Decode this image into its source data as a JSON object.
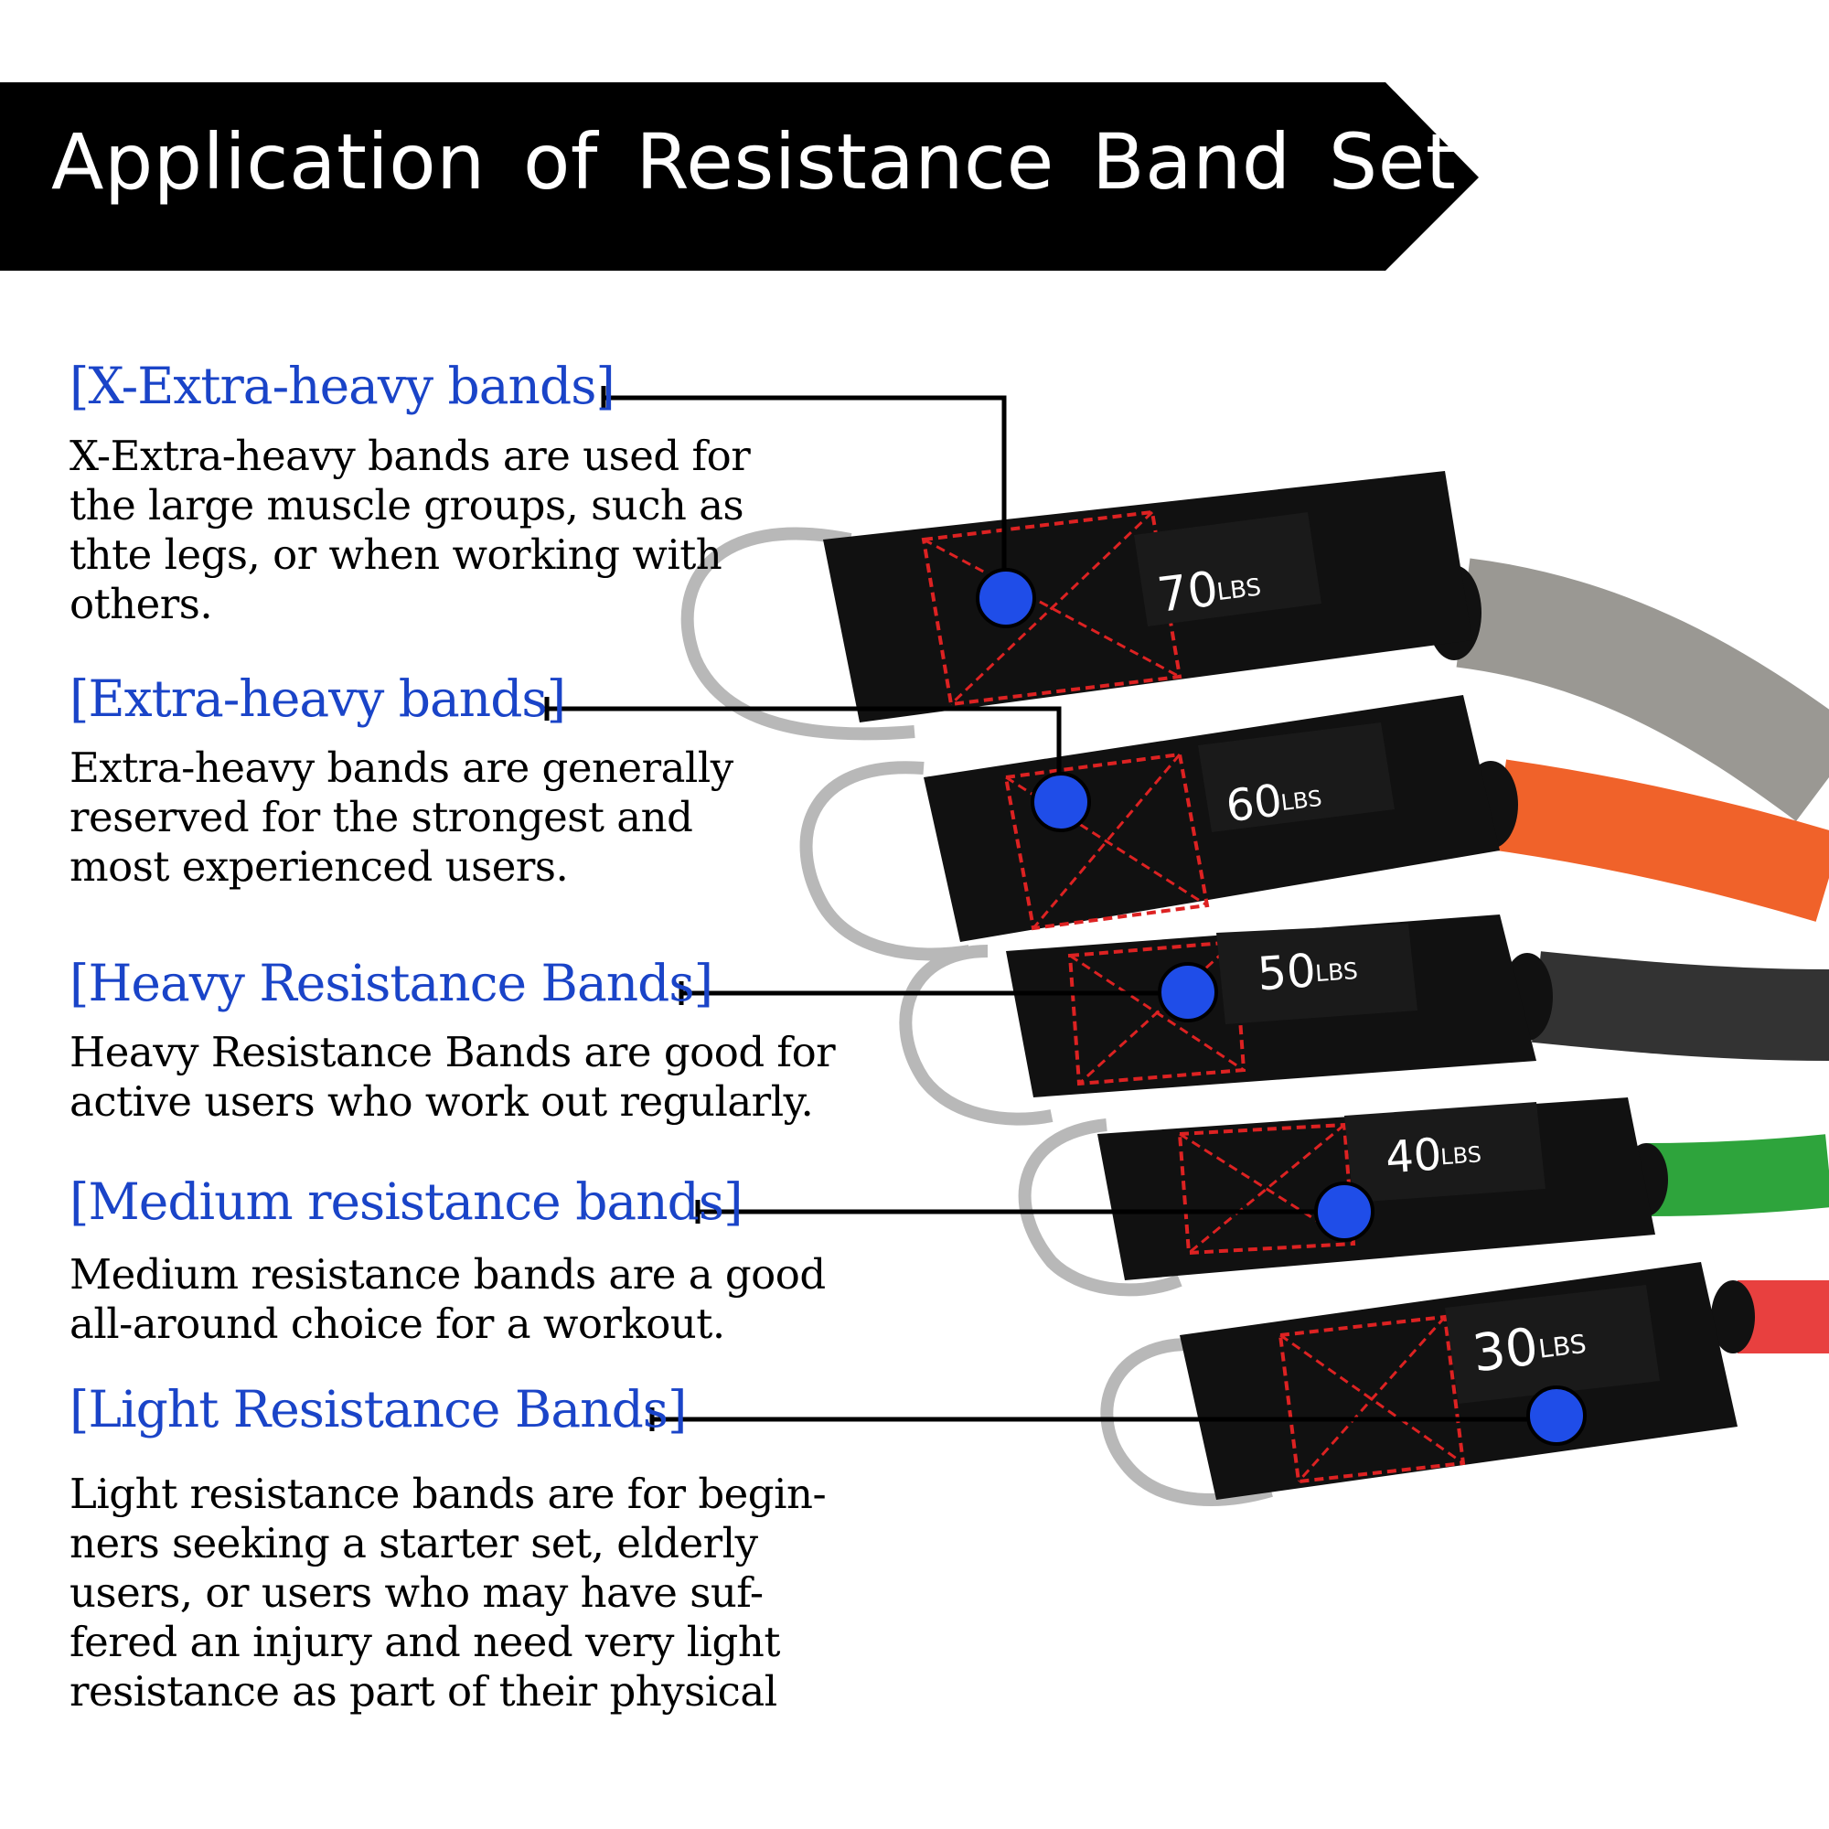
{
  "banner": {
    "title": "Application of Resistance Band Set"
  },
  "sections": [
    {
      "heading": "[X-Extra-heavy bands]",
      "body": "X-Extra-heavy bands are used for\nthe large muscle groups, such as\nthte legs, or when working with\nothers."
    },
    {
      "heading": "[Extra-heavy bands]",
      "body": "Extra-heavy bands are generally\nreserved for the strongest and\nmost experienced users."
    },
    {
      "heading": "[Heavy Resistance Bands]",
      "body": "Heavy Resistance Bands are good for\nactive users who work out regularly."
    },
    {
      "heading": "[Medium resistance bands]",
      "body": "Medium resistance bands are a good\nall-around choice for a workout."
    },
    {
      "heading": "[Light Resistance Bands]",
      "body": "Light resistance bands are for begin-\nners seeking a starter set, elderly\nusers, or users who may have suf-\nfered an injury and need very light\nresistance as part of their physical"
    }
  ],
  "bands": [
    {
      "num": "70",
      "unit": "LBS",
      "tube_color": "#9a9893"
    },
    {
      "num": "60",
      "unit": "LBS",
      "tube_color": "#f0622a"
    },
    {
      "num": "50",
      "unit": "LBS",
      "tube_color": "#333333"
    },
    {
      "num": "40",
      "unit": "LBS",
      "tube_color": "#2ea43c"
    },
    {
      "num": "30",
      "unit": "LBS",
      "tube_color": "#e8403f"
    }
  ],
  "colors": {
    "heading": "#1a44c8",
    "marker": "#1f4de8",
    "banner": "#000000"
  }
}
